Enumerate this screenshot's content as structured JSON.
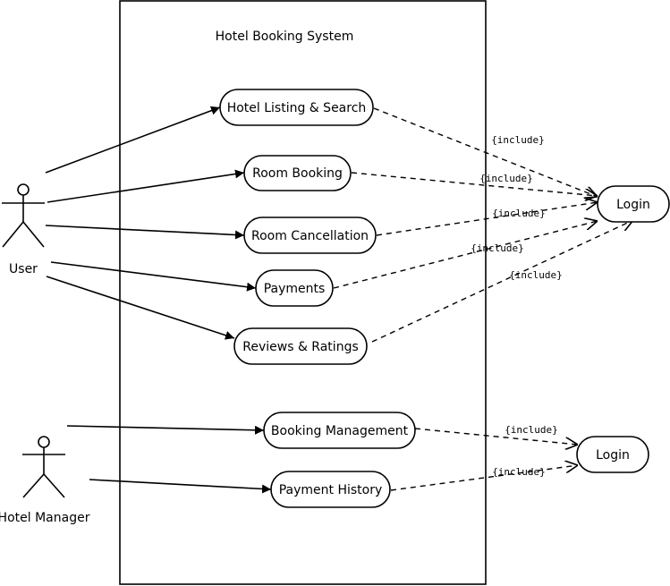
{
  "system": {
    "title": "Hotel Booking System"
  },
  "actors": [
    {
      "id": "user",
      "label": "User"
    },
    {
      "id": "manager",
      "label": "Hotel Manager"
    }
  ],
  "use_cases": [
    {
      "id": "hotel-listing-search",
      "label": "Hotel Listing & Search"
    },
    {
      "id": "room-booking",
      "label": "Room Booking"
    },
    {
      "id": "room-cancellation",
      "label": "Room Cancellation"
    },
    {
      "id": "payments",
      "label": "Payments"
    },
    {
      "id": "reviews-ratings",
      "label": "Reviews & Ratings"
    },
    {
      "id": "booking-management",
      "label": "Booking Management"
    },
    {
      "id": "payment-history",
      "label": "Payment History"
    },
    {
      "id": "login-1",
      "label": "Login"
    },
    {
      "id": "login-2",
      "label": "Login"
    }
  ],
  "associations": [
    {
      "from": "user",
      "to": "hotel-listing-search"
    },
    {
      "from": "user",
      "to": "room-booking"
    },
    {
      "from": "user",
      "to": "room-cancellation"
    },
    {
      "from": "user",
      "to": "payments"
    },
    {
      "from": "user",
      "to": "reviews-ratings"
    },
    {
      "from": "manager",
      "to": "booking-management"
    },
    {
      "from": "manager",
      "to": "payment-history"
    }
  ],
  "includes": [
    {
      "from": "hotel-listing-search",
      "to": "login-1",
      "label": "{include}"
    },
    {
      "from": "room-booking",
      "to": "login-1",
      "label": "{include}"
    },
    {
      "from": "room-cancellation",
      "to": "login-1",
      "label": "{include}"
    },
    {
      "from": "payments",
      "to": "login-1",
      "label": "{include}"
    },
    {
      "from": "reviews-ratings",
      "to": "login-1",
      "label": "{include}"
    },
    {
      "from": "booking-management",
      "to": "login-2",
      "label": "{include}"
    },
    {
      "from": "payment-history",
      "to": "login-2",
      "label": "{include}"
    }
  ]
}
